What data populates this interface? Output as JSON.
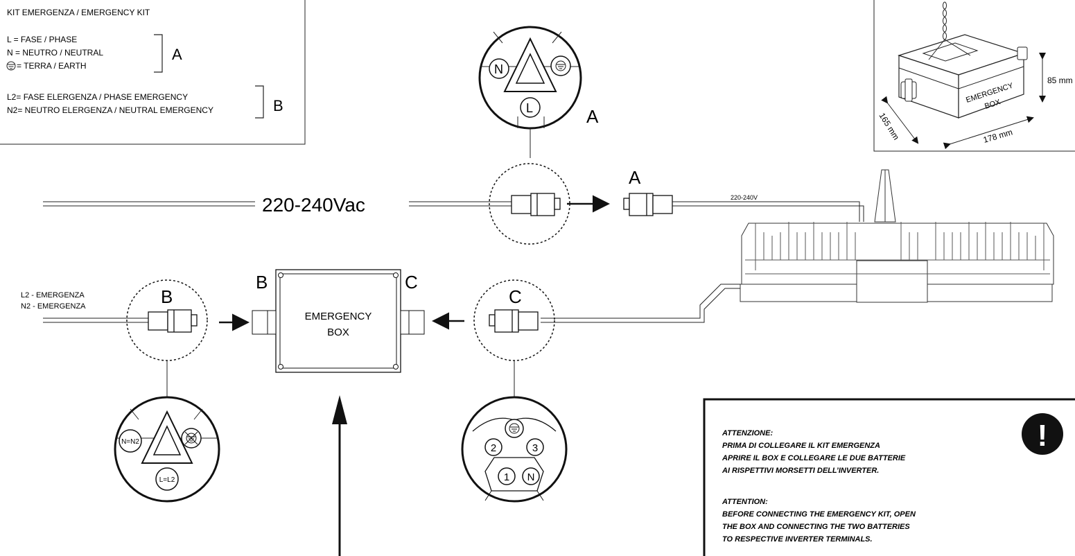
{
  "legend": {
    "title": "KIT EMERGENZA  / EMERGENCY KIT",
    "line_l": "L = FASE / PHASE",
    "line_n": "N = NEUTRO / NEUTRAL",
    "line_e": "= TERRA / EARTH",
    "group_a": "A",
    "line_l2": "L2= FASE ELERGENZA / PHASE EMERGENCY",
    "line_n2": "N2= NEUTRO ELERGENZA / NEUTRAL EMERGENCY",
    "group_b": "B"
  },
  "box_photo": {
    "label_line1": "EMERGENCY",
    "label_line2": "BOX",
    "dim_height": "85 mm",
    "dim_length": "178 mm",
    "dim_depth": "165 mm"
  },
  "supply": {
    "voltage_main": "220-240Vac",
    "voltage_fixture": "220-240V"
  },
  "connectors": {
    "a_top_label": "A",
    "a_right_label": "A",
    "b_label": "B",
    "c_label": "C",
    "box_b_label": "B",
    "box_c_label": "C",
    "pin_n": "N",
    "pin_l": "L",
    "pin_n_n2": "N=N2",
    "pin_l_l2": "L=L2",
    "pin_1": "1",
    "pin_2": "2",
    "pin_3": "3",
    "pin_n_c": "N"
  },
  "emergency_lines": {
    "l2": "L2 - EMERGENZA",
    "n2": "N2 - EMERGENZA"
  },
  "central_box": {
    "line1": "EMERGENCY",
    "line2": "BOX"
  },
  "warning": {
    "it_title": "ATTENZIONE:",
    "it_1": "PRIMA DI COLLEGARE IL KIT EMERGENZA",
    "it_2": "APRIRE IL BOX E COLLEGARE LE DUE BATTERIE",
    "it_3": "AI RISPETTIVI MORSETTI DELL’INVERTER.",
    "en_title": "ATTENTION:",
    "en_1": "BEFORE CONNECTING THE EMERGENCY KIT, OPEN",
    "en_2": "THE BOX AND CONNECTING THE TWO BATTERIES",
    "en_3": "TO RESPECTIVE INVERTER TERMINALS.",
    "icon_glyph": "!"
  }
}
